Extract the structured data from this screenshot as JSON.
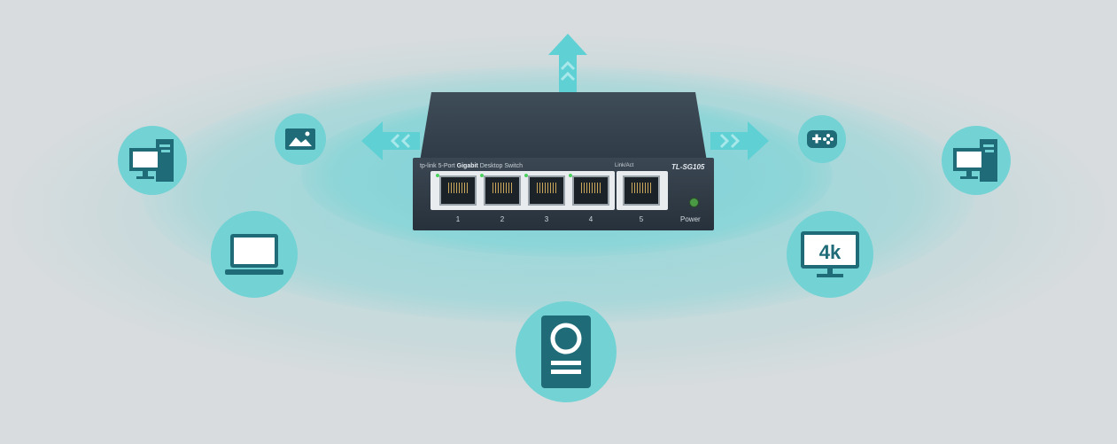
{
  "switch": {
    "brand": "tp-link",
    "description_plain": "5-Port",
    "description_bold": "Gigabit",
    "description_rest": "Desktop Switch",
    "link_label": "Link/Act",
    "model": "TL-SG105",
    "power_label": "Power",
    "ports": [
      "1",
      "2",
      "3",
      "4",
      "5"
    ]
  },
  "devices": {
    "tv_text": "4k"
  },
  "colors": {
    "circle": "#72d2d4",
    "icon": "#1f6c78",
    "arrow": "#5fd0d4",
    "background": "#d8dcde"
  }
}
